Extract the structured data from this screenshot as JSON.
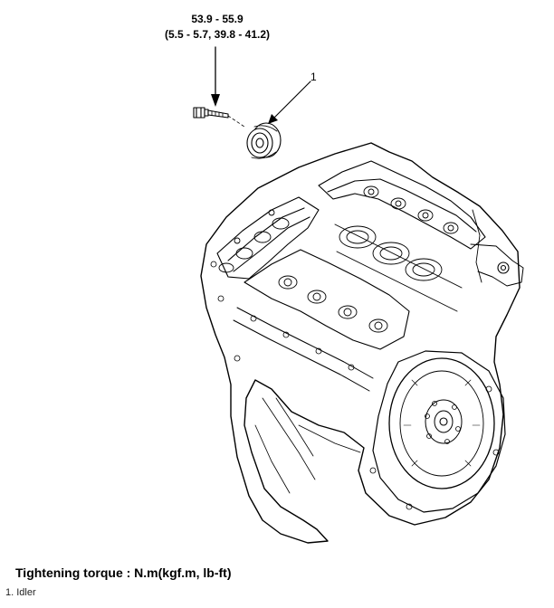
{
  "torque": {
    "value_nm": "53.9 - 55.9",
    "value_alt": "(5.5 - 5.7, 39.8 - 41.2)"
  },
  "callout": {
    "number": "1"
  },
  "caption": "Tightening torque : N.m(kgf.m, lb-ft)",
  "legend": [
    {
      "text": "1. Idler"
    }
  ],
  "icons": [
    "bolt-icon",
    "idler-pulley-icon",
    "engine-block-icon"
  ]
}
